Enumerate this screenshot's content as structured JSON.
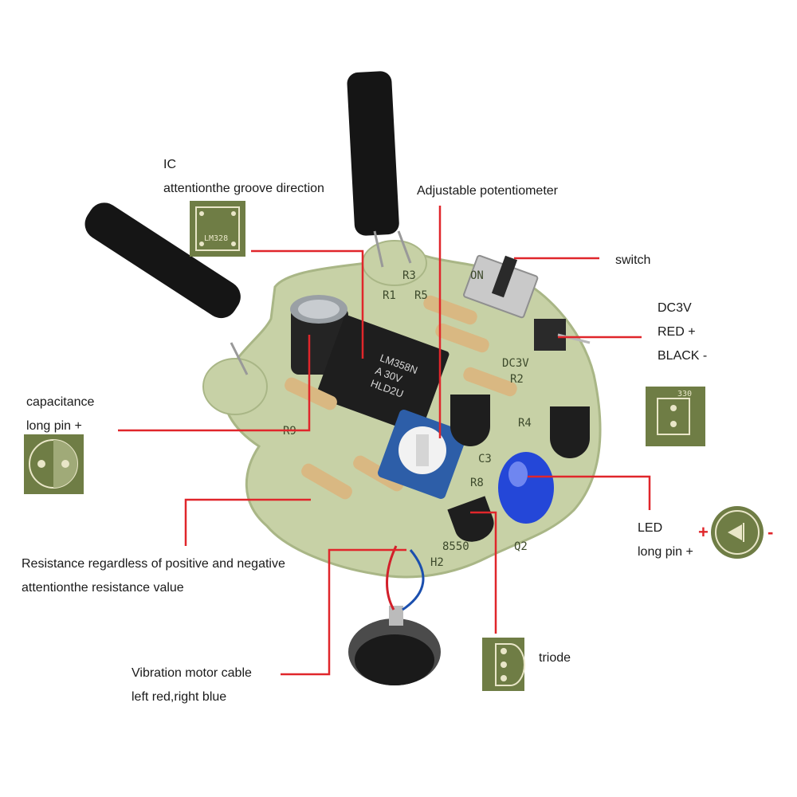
{
  "labels": {
    "ic": {
      "line1": "IC",
      "line2": "attentionthe groove direction"
    },
    "potentiometer": "Adjustable potentiometer",
    "switch": "switch",
    "dc": {
      "line1": "DC3V",
      "line2": "RED +",
      "line3": "BLACK -"
    },
    "capacitance": {
      "line1": "capacitance",
      "line2": "long pin +"
    },
    "led": {
      "line1": "LED",
      "line2": "long pin +"
    },
    "resistance": {
      "line1": "Resistance regardless of positive and negative",
      "line2": "attentionthe resistance value"
    },
    "motor": {
      "line1": "Vibration motor cable",
      "line2": "left red,right blue"
    },
    "triode": "triode"
  },
  "board_markings": {
    "ic_footprint": "LM328",
    "chip_text_1": "LM358N",
    "chip_text_2": "A 30V",
    "chip_text_3": "HLD2U",
    "silkscreen": [
      "R3",
      "R5",
      "R1",
      "R9",
      "R4",
      "R2",
      "R8",
      "C3",
      "Q2",
      "H2",
      "8550",
      "DC3V",
      "ON"
    ],
    "dc_footprint": "330",
    "led_symbols": {
      "plus": "+",
      "minus": "-"
    }
  },
  "colors": {
    "pcb": "#c7d1a6",
    "pcb_dark": "#a9b686",
    "leader": "#e0262b",
    "footprint_bg": "#6f7d45",
    "pad": "#e9e6c8"
  }
}
